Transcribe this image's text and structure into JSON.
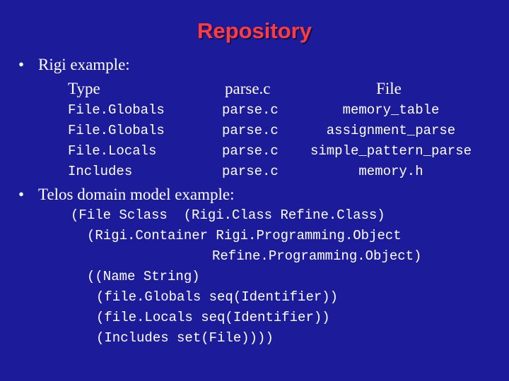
{
  "title": "Repository",
  "bullets": {
    "first": "Rigi example:",
    "second": "Telos domain model example:",
    "marker": "•"
  },
  "table": {
    "headers": [
      "Type",
      "parse.c",
      "File"
    ],
    "rows": [
      [
        "File.Globals",
        "parse.c",
        "memory_table"
      ],
      [
        "File.Globals",
        "parse.c",
        "assignment_parse"
      ],
      [
        "File.Locals",
        "parse.c",
        "simple_pattern_parse"
      ],
      [
        "Includes",
        "parse.c",
        "memory.h"
      ]
    ]
  },
  "code_lines": [
    "(File Sclass  (Rigi.Class Refine.Class)",
    "(Rigi.Container Rigi.Programming.Object",
    "Refine.Programming.Object)",
    "((Name String)",
    "(file.Globals seq(Identifier))",
    "(file.Locals seq(Identifier))",
    "(Includes set(File))))"
  ]
}
